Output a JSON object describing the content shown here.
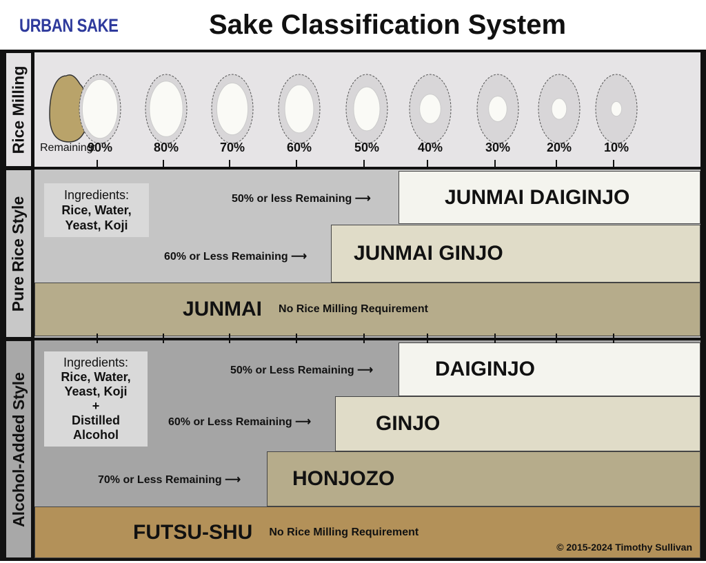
{
  "logo": "URBAN SAKE",
  "title": "Sake Classification System",
  "sections": {
    "milling": "Rice Milling",
    "pure": "Pure Rice Style",
    "added": "Alcohol-Added Style"
  },
  "milling": {
    "label": "Remaining:",
    "steps": [
      "90%",
      "80%",
      "70%",
      "60%",
      "50%",
      "40%",
      "30%",
      "20%",
      "10%"
    ],
    "remaining_fraction": [
      1.0,
      0.9,
      0.8,
      0.7,
      0.6,
      0.5,
      0.4,
      0.3,
      0.2,
      0.1
    ]
  },
  "pure": {
    "ingredients_title": "Ingredients:",
    "ingredients": [
      "Rice, Water,",
      "Yeast, Koji"
    ],
    "tiers": [
      {
        "name": "JUNMAI DAIGINJO",
        "requirement": "50% or less Remaining"
      },
      {
        "name": "JUNMAI GINJO",
        "requirement": "60% or Less Remaining"
      },
      {
        "name": "JUNMAI",
        "requirement": "No Rice Milling Requirement"
      }
    ]
  },
  "added": {
    "ingredients_title": "Ingredients:",
    "ingredients": [
      "Rice, Water,",
      "Yeast, Koji",
      "+",
      "Distilled",
      "Alcohol"
    ],
    "tiers": [
      {
        "name": "DAIGINJO",
        "requirement": "50% or Less Remaining"
      },
      {
        "name": "GINJO",
        "requirement": "60% or Less Remaining"
      },
      {
        "name": "HONJOZO",
        "requirement": "70% or Less Remaining"
      },
      {
        "name": "FUTSU-SHU",
        "requirement": "No Rice Milling Requirement"
      }
    ]
  },
  "copyright": "© 2015-2024 Timothy Sullivan",
  "colors": {
    "logo": "#2e3a9c",
    "tier1": "#f4f4ee",
    "tier2": "#e0dcc8",
    "tier3": "#b6ac8b",
    "futsu": "#b39159"
  }
}
